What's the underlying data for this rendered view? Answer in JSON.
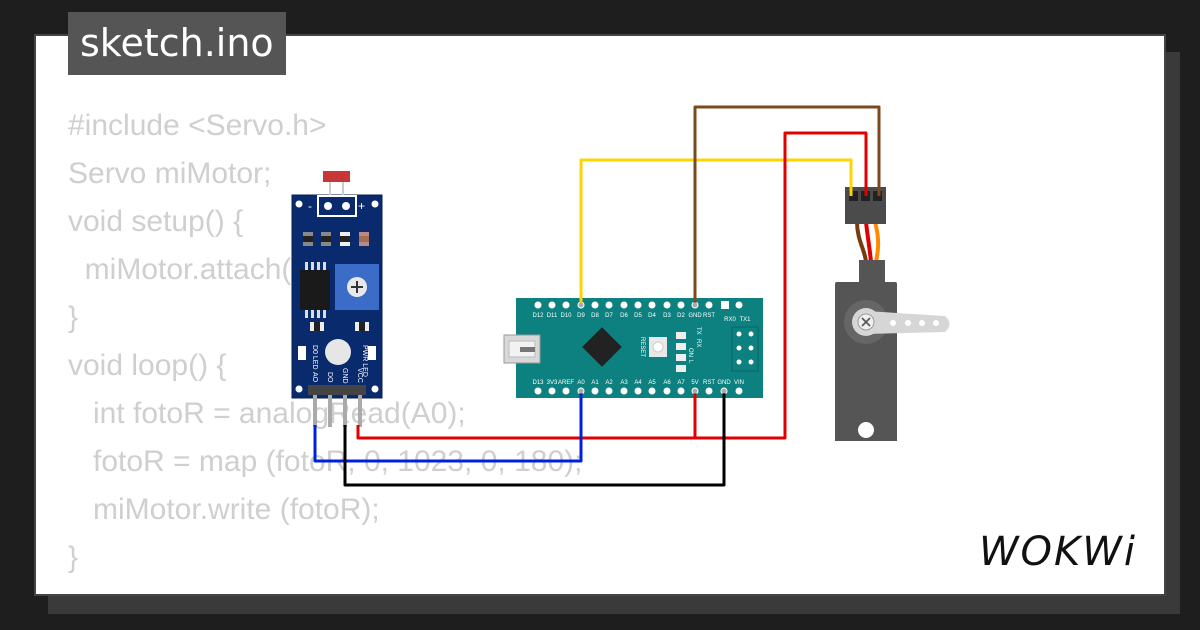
{
  "sketch_title": "sketch.ino",
  "code_lines": [
    "#include <Servo.h>",
    "Servo miMotor;",
    "void setup() {",
    "  miMotor.attach(9);",
    "}",
    "void loop() {",
    "   int fotoR = analogRead(A0);",
    "   fotoR = map (fotoR, 0, 1023, 0, 180);",
    "   miMotor.write (fotoR);",
    "}"
  ],
  "sensor_module": {
    "top_minus": "-",
    "top_plus": "+",
    "led_labels": [
      "D0 LED",
      "PWR LED"
    ],
    "pins": [
      "AO",
      "DO",
      "GND",
      "VCC"
    ]
  },
  "arduino_nano": {
    "top_pins": [
      "D12",
      "D11",
      "D10",
      "D9",
      "D8",
      "D7",
      "D6",
      "D5",
      "D4",
      "D3",
      "D2",
      "GND",
      "RST",
      "RX0",
      "TX1"
    ],
    "bottom_pins": [
      "D13",
      "3V3",
      "AREF",
      "A0",
      "A1",
      "A2",
      "A3",
      "A4",
      "A5",
      "A6",
      "A7",
      "5V",
      "RST",
      "GND",
      "VIN"
    ],
    "labels": [
      "RESET",
      "TX",
      "RX",
      "ON",
      "L"
    ]
  },
  "logo_text": "WOKWi",
  "wire_colors": {
    "signal": "#ffd500",
    "ground_brown": "#7a4a1e",
    "power": "#e00000",
    "analog": "#0020e0",
    "ground_black": "#000000"
  }
}
